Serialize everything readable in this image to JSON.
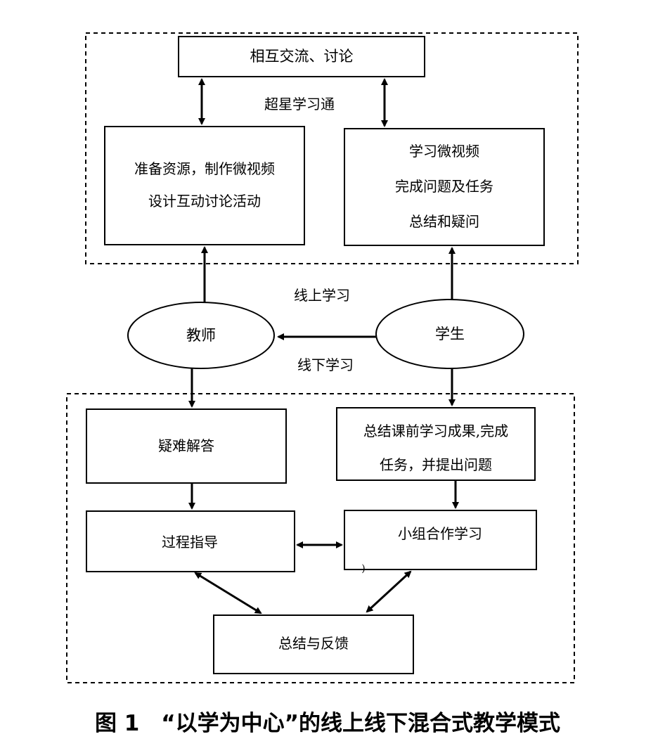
{
  "regions": {
    "online_platform": "超星学习通"
  },
  "labels": {
    "online": "线上学习",
    "offline": "线下学习"
  },
  "nodes": {
    "exchange": "相互交流、讨论",
    "teacher_prep": [
      "准备资源，制作微视频",
      "设计互动讨论活动"
    ],
    "student_study": [
      "学习微视频",
      "完成问题及任务",
      "总结和疑问"
    ],
    "teacher": "教师",
    "student": "学生",
    "qa": "疑难解答",
    "student_summary": [
      "总结课前学习成果,完成",
      "任务，并提出问题"
    ],
    "guidance": "过程指导",
    "group": "小组合作学习",
    "stray_mark": ")",
    "feedback": "总结与反馈"
  },
  "caption": "图 1　“以学为中心”的线上线下混合式教学模式"
}
